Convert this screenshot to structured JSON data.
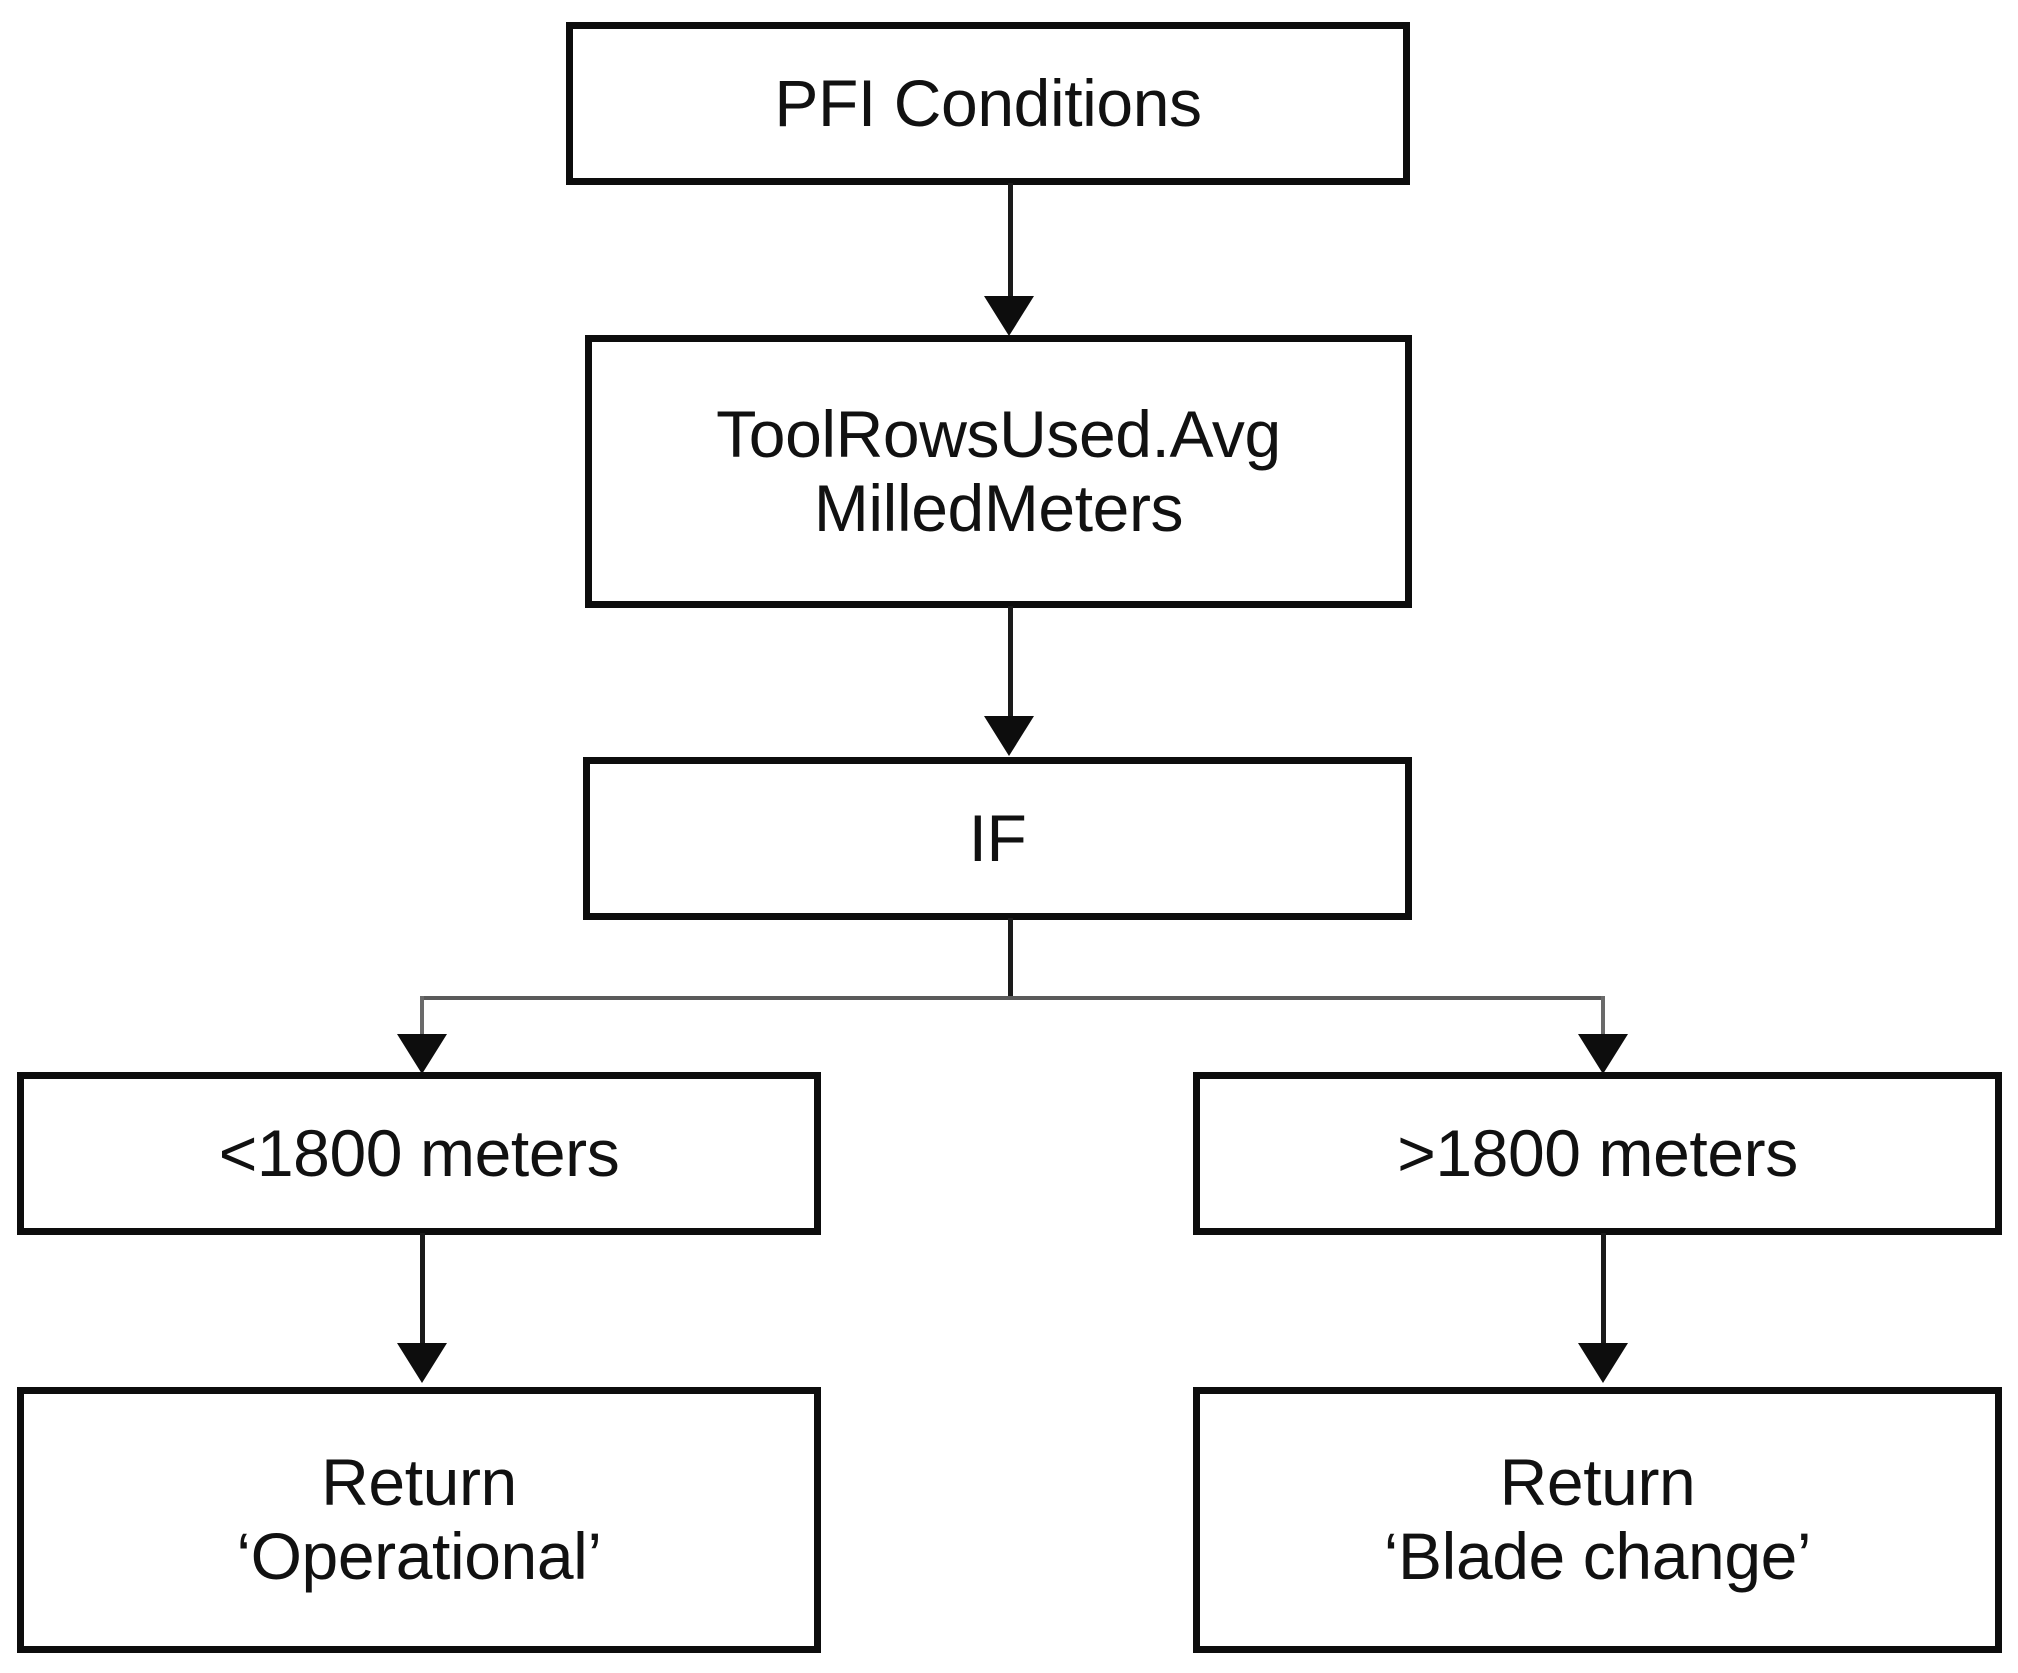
{
  "diagram": {
    "type": "flowchart",
    "title": "PFI Conditions decision flow",
    "orientation": "top-down",
    "colors": {
      "node_border": "#0d0d0d",
      "node_fill": "#ffffff",
      "connector": "#1a1a1a",
      "branch_bar": "#5a5a5a",
      "text": "#111111"
    },
    "nodes": [
      {
        "id": "pfi",
        "label": "PFI Conditions"
      },
      {
        "id": "toolrows",
        "label": "ToolRowsUsed.Avg\nMilledMeters"
      },
      {
        "id": "if",
        "label": "IF"
      },
      {
        "id": "lt1800",
        "label": "<1800 meters"
      },
      {
        "id": "gt1800",
        "label": ">1800 meters"
      },
      {
        "id": "ret_op",
        "label": "Return\n‘Operational’"
      },
      {
        "id": "ret_blade",
        "label": "Return\n‘Blade change’"
      }
    ],
    "edges": [
      {
        "from": "pfi",
        "to": "toolrows",
        "label": ""
      },
      {
        "from": "toolrows",
        "to": "if",
        "label": ""
      },
      {
        "from": "if",
        "to": "lt1800",
        "label": ""
      },
      {
        "from": "if",
        "to": "gt1800",
        "label": ""
      },
      {
        "from": "lt1800",
        "to": "ret_op",
        "label": ""
      },
      {
        "from": "gt1800",
        "to": "ret_blade",
        "label": ""
      }
    ]
  }
}
